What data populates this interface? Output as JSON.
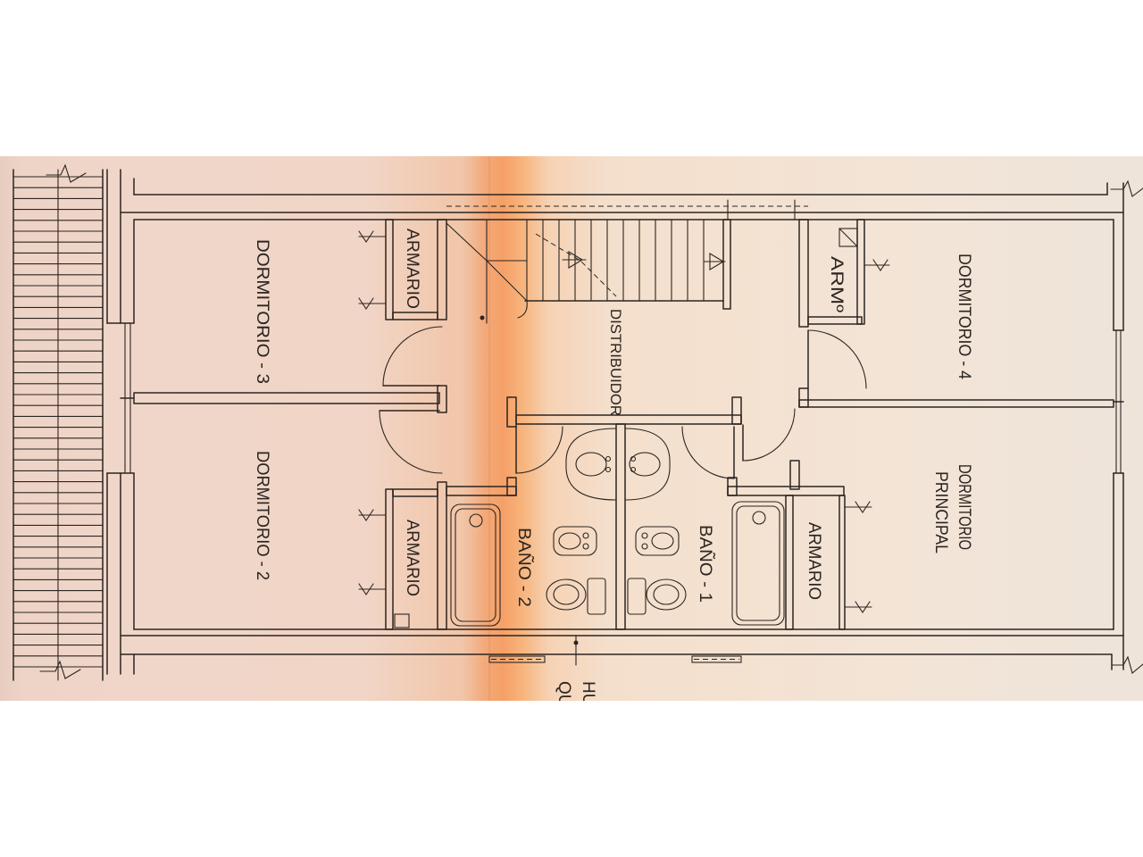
{
  "labels": {
    "dormitorio_3": "DORMITORIO - 3",
    "dormitorio_2": "DORMITORIO - 2",
    "armario_top_left": "ARMARIO",
    "armario_bottom_left": "ARMARIO",
    "distribuidor": "DISTRIBUIDOR",
    "bano_2": "BAÑO - 2",
    "bano_1": "BAÑO - 1",
    "armario_right": "ARMARIO",
    "armario_small": "ARMº",
    "dormitorio_4": "DORMITORIO - 4",
    "dormitorio_principal_line1": "DORMITORIO",
    "dormitorio_principal_line2": "PRINCIPAL",
    "cut_text_line1": "HU",
    "cut_text_line2": "QUI"
  },
  "colors": {
    "ink": "#2b2521",
    "paper": "#f2dccb",
    "fold": "#f5a067",
    "background": "#ffffff"
  }
}
